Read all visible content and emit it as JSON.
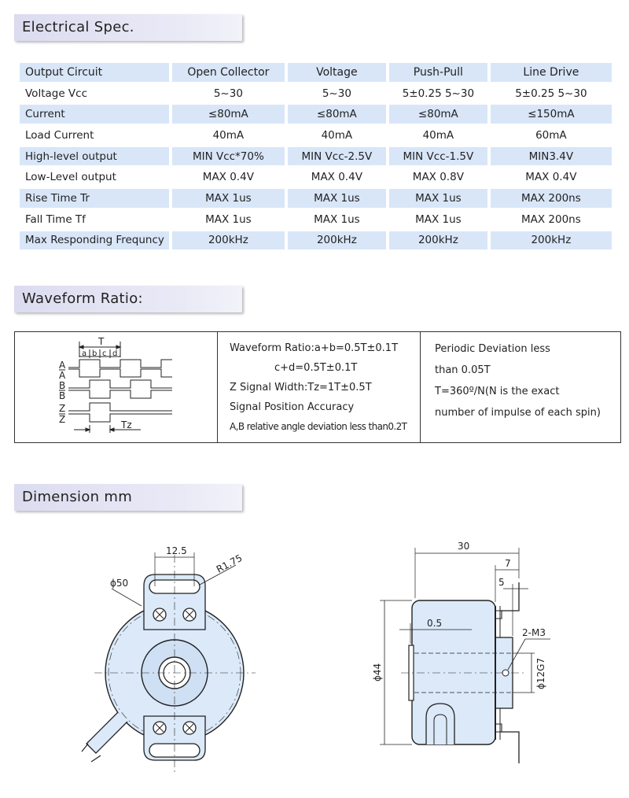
{
  "sections": {
    "electrical": "Electrical Spec.",
    "waveform": "Waveform Ratio:",
    "dimension": "Dimension mm"
  },
  "spec_table": {
    "header": [
      "Output Circuit",
      "Open Collector",
      "Voltage",
      "Push-Pull",
      "Line Drive"
    ],
    "rows": [
      [
        "Voltage Vcc",
        "5~30",
        "5~30",
        "5±0.25  5~30",
        "5±0.25  5~30"
      ],
      [
        "Current",
        "≤80mA",
        "≤80mA",
        "≤80mA",
        "≤150mA"
      ],
      [
        "Load Current",
        "40mA",
        "40mA",
        "40mA",
        "60mA"
      ],
      [
        "High-level output",
        "MIN Vcc*70%",
        "MIN Vcc-2.5V",
        "MIN Vcc-1.5V",
        "MIN3.4V"
      ],
      [
        "Low-Level output",
        "MAX 0.4V",
        "MAX 0.4V",
        "MAX 0.8V",
        "MAX 0.4V"
      ],
      [
        "Rise Time Tr",
        "MAX 1us",
        "MAX 1us",
        "MAX 1us",
        "MAX 200ns"
      ],
      [
        "Fall Time Tf",
        "MAX 1us",
        "MAX 1us",
        "MAX 1us",
        "MAX 200ns"
      ],
      [
        "Max Responding Frequncy",
        "200kHz",
        "200kHz",
        "200kHz",
        "200kHz"
      ]
    ]
  },
  "waveform": {
    "diagram_labels": {
      "period": "T",
      "phases": [
        "a",
        "b",
        "c",
        "d"
      ],
      "signals": [
        "A",
        "A",
        "B",
        "B",
        "Z",
        "Z"
      ],
      "tz": "Tz"
    },
    "middle": [
      "Waveform Ratio:a+b=0.5T±0.1T",
      "c+d=0.5T±0.1T",
      "Z Signal Width:Tz=1T±0.5T",
      "Signal Position Accuracy",
      "A,B relative angle deviation less than0.2T"
    ],
    "right": [
      "Periodic Deviation less",
      "than 0.05T",
      "T=360º/N(N is the exact",
      "number of impulse of each spin)"
    ]
  },
  "dimensions": {
    "front": {
      "d_outer": "ϕ50",
      "slot": "12.5",
      "radius": "R1.75"
    },
    "side": {
      "length": "30",
      "flange": "7",
      "step": "5",
      "gap": "0.5",
      "screw": "2-M3",
      "shaft": "ϕ12G7",
      "body": "ϕ44"
    }
  }
}
